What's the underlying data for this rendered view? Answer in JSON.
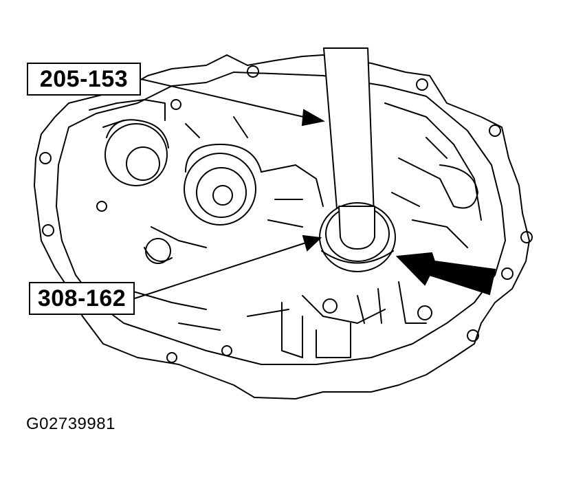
{
  "callouts": {
    "tool_top": "205-153",
    "tool_bottom": "308-162"
  },
  "figure_id": "G02739981",
  "colors": {
    "ink": "#000000",
    "background": "#ffffff"
  }
}
